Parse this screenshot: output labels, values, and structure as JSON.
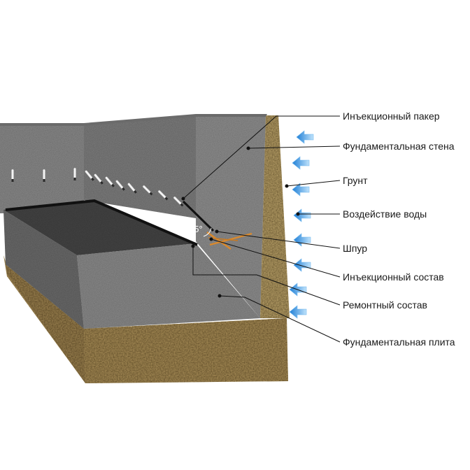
{
  "callouts": [
    {
      "id": "injection-packer",
      "label": "Инъекционный пакер"
    },
    {
      "id": "foundation-wall",
      "label": "Фундаментальная стена"
    },
    {
      "id": "soil",
      "label": "Грунт"
    },
    {
      "id": "water-impact",
      "label": "Воздействие воды"
    },
    {
      "id": "drill-hole",
      "label": "Шпур"
    },
    {
      "id": "injection-compound",
      "label": "Инъекционный состав"
    },
    {
      "id": "repair-compound",
      "label": "Ремонтный состав"
    },
    {
      "id": "foundation-slab",
      "label": "Фундаментальная плита"
    }
  ],
  "angle": {
    "label": "45°"
  },
  "colors": {
    "concrete_light": "#8d8d8d",
    "concrete_dark": "#5f5f5f",
    "slab_top": "#474747",
    "soil": "#b59a63",
    "water_arrow": "#4aa3e6",
    "injection_line": "#d9892c"
  }
}
